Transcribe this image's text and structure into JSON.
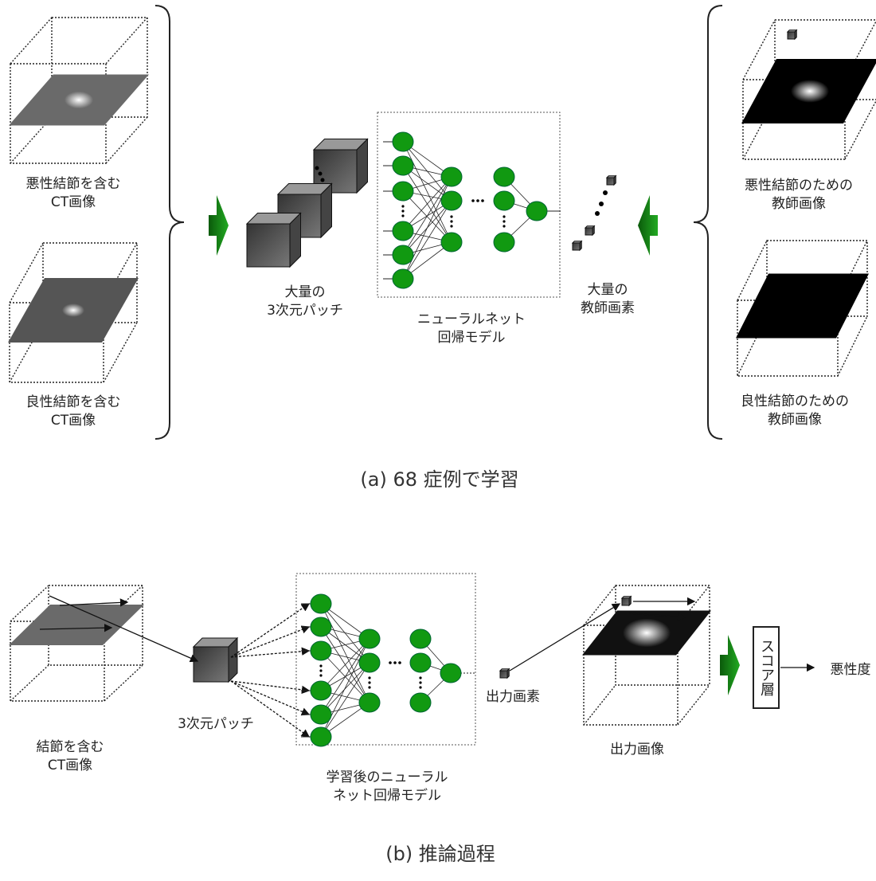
{
  "part_a": {
    "caption": "(a) 68 症例で学習",
    "malignant_ct": [
      "悪性結節を含む",
      "CT画像"
    ],
    "benign_ct": [
      "良性結節を含む",
      "CT画像"
    ],
    "patches": [
      "大量の",
      "3次元パッチ"
    ],
    "model": [
      "ニューラルネット",
      "回帰モデル"
    ],
    "teacher_pixels": [
      "大量の",
      "教師画素"
    ],
    "malignant_teacher": [
      "悪性結節のための",
      "教師画像"
    ],
    "benign_teacher": [
      "良性結節のための",
      "教師画像"
    ]
  },
  "part_b": {
    "caption": "(b) 推論過程",
    "ct": [
      "結節を含む",
      "CT画像"
    ],
    "patch": "3次元パッチ",
    "model": [
      "学習後のニューラル",
      "ネット回帰モデル"
    ],
    "output_pixel": "出力画素",
    "output_image": "出力画像",
    "score_layer": "スコア層",
    "malignancy": "悪性度"
  },
  "colors": {
    "node": "#119911",
    "arrow": "#0a6e0a"
  }
}
